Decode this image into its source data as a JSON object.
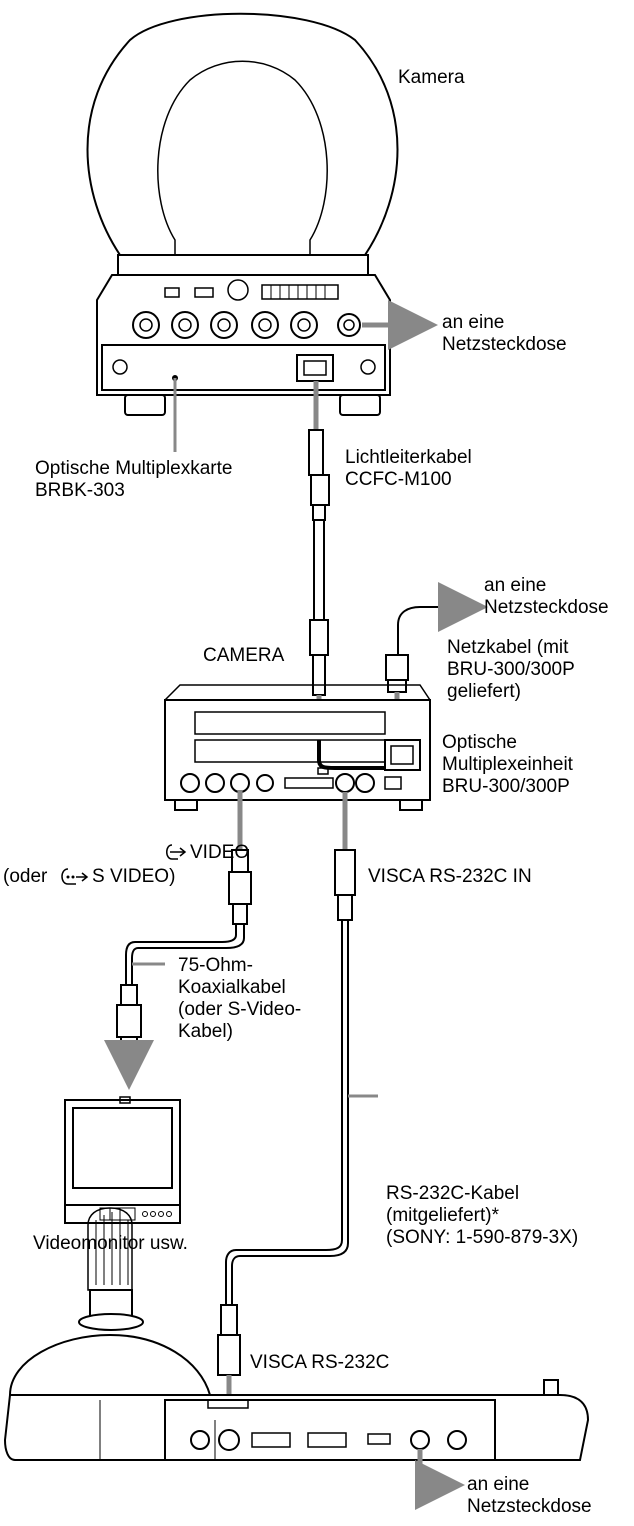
{
  "labels": {
    "camera": "Kamera",
    "camera_power": [
      "an eine",
      "Netzsteckdose"
    ],
    "optical_card": [
      "Optische Multiplexkarte",
      "BRBK-303"
    ],
    "fiber_cable": [
      "Lichtleiterkabel",
      "CCFC-M100"
    ],
    "unit_power": [
      "an eine",
      "Netzsteckdose"
    ],
    "camera_port": "CAMERA",
    "power_cord": [
      "Netzkabel (mit",
      "BRU-300/300P",
      "geliefert)"
    ],
    "optical_unit": [
      "Optische",
      "Multiplexeinheit",
      "BRU-300/300P"
    ],
    "video_out": [
      "VIDEO",
      "(oder",
      "S VIDEO)"
    ],
    "visca_in": "VISCA RS-232C IN",
    "coax_cable": [
      "75-Ohm-",
      "Koaxialkabel",
      "(oder S-Video-",
      "Kabel)"
    ],
    "monitor": "Videomonitor usw.",
    "rs232_cable": [
      "RS-232C-Kabel",
      "(mitgeliefert)*",
      "(SONY: 1-590-879-3X)"
    ],
    "visca_ctrl": "VISCA RS-232C",
    "controller_power": [
      "an eine",
      "Netzsteckdose"
    ]
  },
  "icons": {
    "video_out": "video-output-arrow-icon",
    "s_video_out": "s-video-output-arrow-icon"
  }
}
